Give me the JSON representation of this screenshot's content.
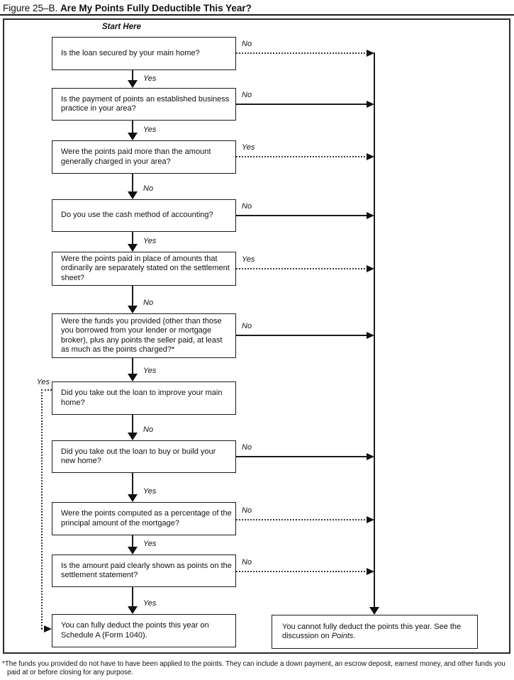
{
  "figure": {
    "title_prefix": "Figure 25–B.",
    "title_main": "Are My Points Fully Deductible This Year?",
    "start_label": "Start Here"
  },
  "boxes": {
    "q1": "Is the loan secured by your main home?",
    "q2": "Is the payment of points an established business practice in your area?",
    "q3": "Were the points paid more than the amount generally charged in your area?",
    "q4": "Do you use the cash method of accounting?",
    "q5": "Were the points paid in place of amounts that ordinarily are separately stated on the settlement sheet?",
    "q6": "Were the funds you provided (other than those you borrowed from your lender or mortgage broker), plus any points the seller paid, at least as much as the points charged?*",
    "q7": "Did you take out the loan to improve your main home?",
    "q8": "Did you take out the loan to buy or build your new home?",
    "q9": "Were the points computed as a percentage of the principal amount of the mortgage?",
    "q10": "Is the amount paid clearly shown as points on the settlement statement?",
    "result_deduct": "You can fully deduct the points this year on Schedule A (Form 1040).",
    "result_no_deduct_part1": "You cannot fully deduct the points this year. See the discussion on ",
    "result_no_deduct_italic": "Points",
    "result_no_deduct_part2": "."
  },
  "labels": {
    "down": [
      "Yes",
      "Yes",
      "No",
      "Yes",
      "No",
      "Yes",
      "No",
      "Yes",
      "Yes",
      "Yes"
    ],
    "right": [
      "No",
      "No",
      "Yes",
      "No",
      "Yes",
      "No",
      "No",
      "No",
      "No"
    ],
    "left": "Yes"
  },
  "footnote": "*The funds you provided do not have to have been applied to the points. They can include a down payment, an escrow deposit, earnest money, and other funds you paid at or before closing for any purpose."
}
